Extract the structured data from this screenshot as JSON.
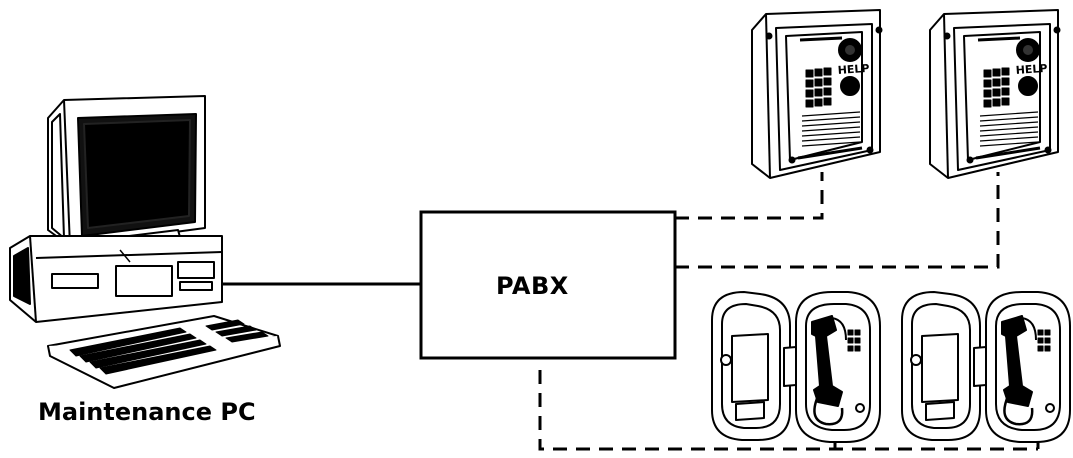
{
  "pabx": {
    "label": "PABX"
  },
  "maintenance_pc": {
    "label": "Maintenance PC"
  },
  "help_points": [
    {
      "button_text": "HELP"
    },
    {
      "button_text": "HELP"
    }
  ],
  "icons": [
    "computer-icon",
    "help-point-intercom-icon",
    "emergency-telephone-icon"
  ],
  "colors": {
    "line": "#000000",
    "background": "#ffffff"
  }
}
